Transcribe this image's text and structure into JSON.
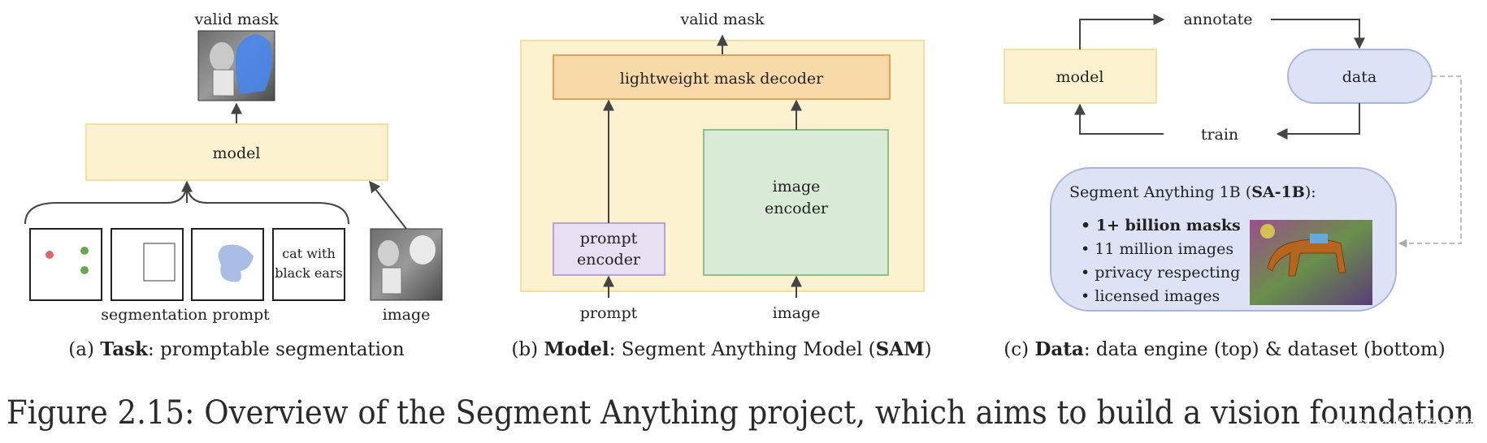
{
  "panel_a": {
    "output_label": "valid mask",
    "model_label": "model",
    "text_prompt_line1": "cat with",
    "text_prompt_line2": "black ears",
    "prompts_label": "segmentation prompt",
    "image_label": "image",
    "caption_prefix": "(a) ",
    "caption_bold": "Task",
    "caption_rest": ": promptable segmentation"
  },
  "panel_b": {
    "output_label": "valid mask",
    "decoder_label": "lightweight mask decoder",
    "image_encoder_line1": "image",
    "image_encoder_line2": "encoder",
    "prompt_encoder_line1": "prompt",
    "prompt_encoder_line2": "encoder",
    "prompt_input_label": "prompt",
    "image_input_label": "image",
    "caption_prefix": "(b) ",
    "caption_bold": "Model",
    "caption_middle": ": Segment Anything Model (",
    "caption_bold2": "SAM",
    "caption_end": ")"
  },
  "panel_c": {
    "annotate_label": "annotate",
    "train_label": "train",
    "model_label": "model",
    "data_label": "data",
    "dataset_title_prefix": "Segment Anything 1B (",
    "dataset_title_bold": "SA-1B",
    "dataset_title_end": "):",
    "bullet_1": "• 1+ billion masks",
    "bullet_2": "• 11 million images",
    "bullet_3": "• privacy respecting",
    "bullet_4": "• licensed images",
    "caption_prefix": "(c) ",
    "caption_bold": "Data",
    "caption_rest": ": data engine (top) & dataset (bottom)"
  },
  "figure_caption": "Figure 2.15: Overview of the Segment Anything project, which aims to build a vision foundation",
  "watermark": "CSDN @一个处女座的程序猿",
  "colors": {
    "yellow_fill": "#fdf2cf",
    "yellow_stroke": "#f4dfa0",
    "decoder_fill": "#f8d9a8",
    "decoder_stroke": "#e6a05a",
    "green_fill": "#d9ead7",
    "green_stroke": "#8cc08a",
    "purple_fill": "#e8dff3",
    "purple_stroke": "#b9a2d6",
    "blue_fill": "#dde3f5",
    "blue_stroke": "#a9b6e0"
  }
}
